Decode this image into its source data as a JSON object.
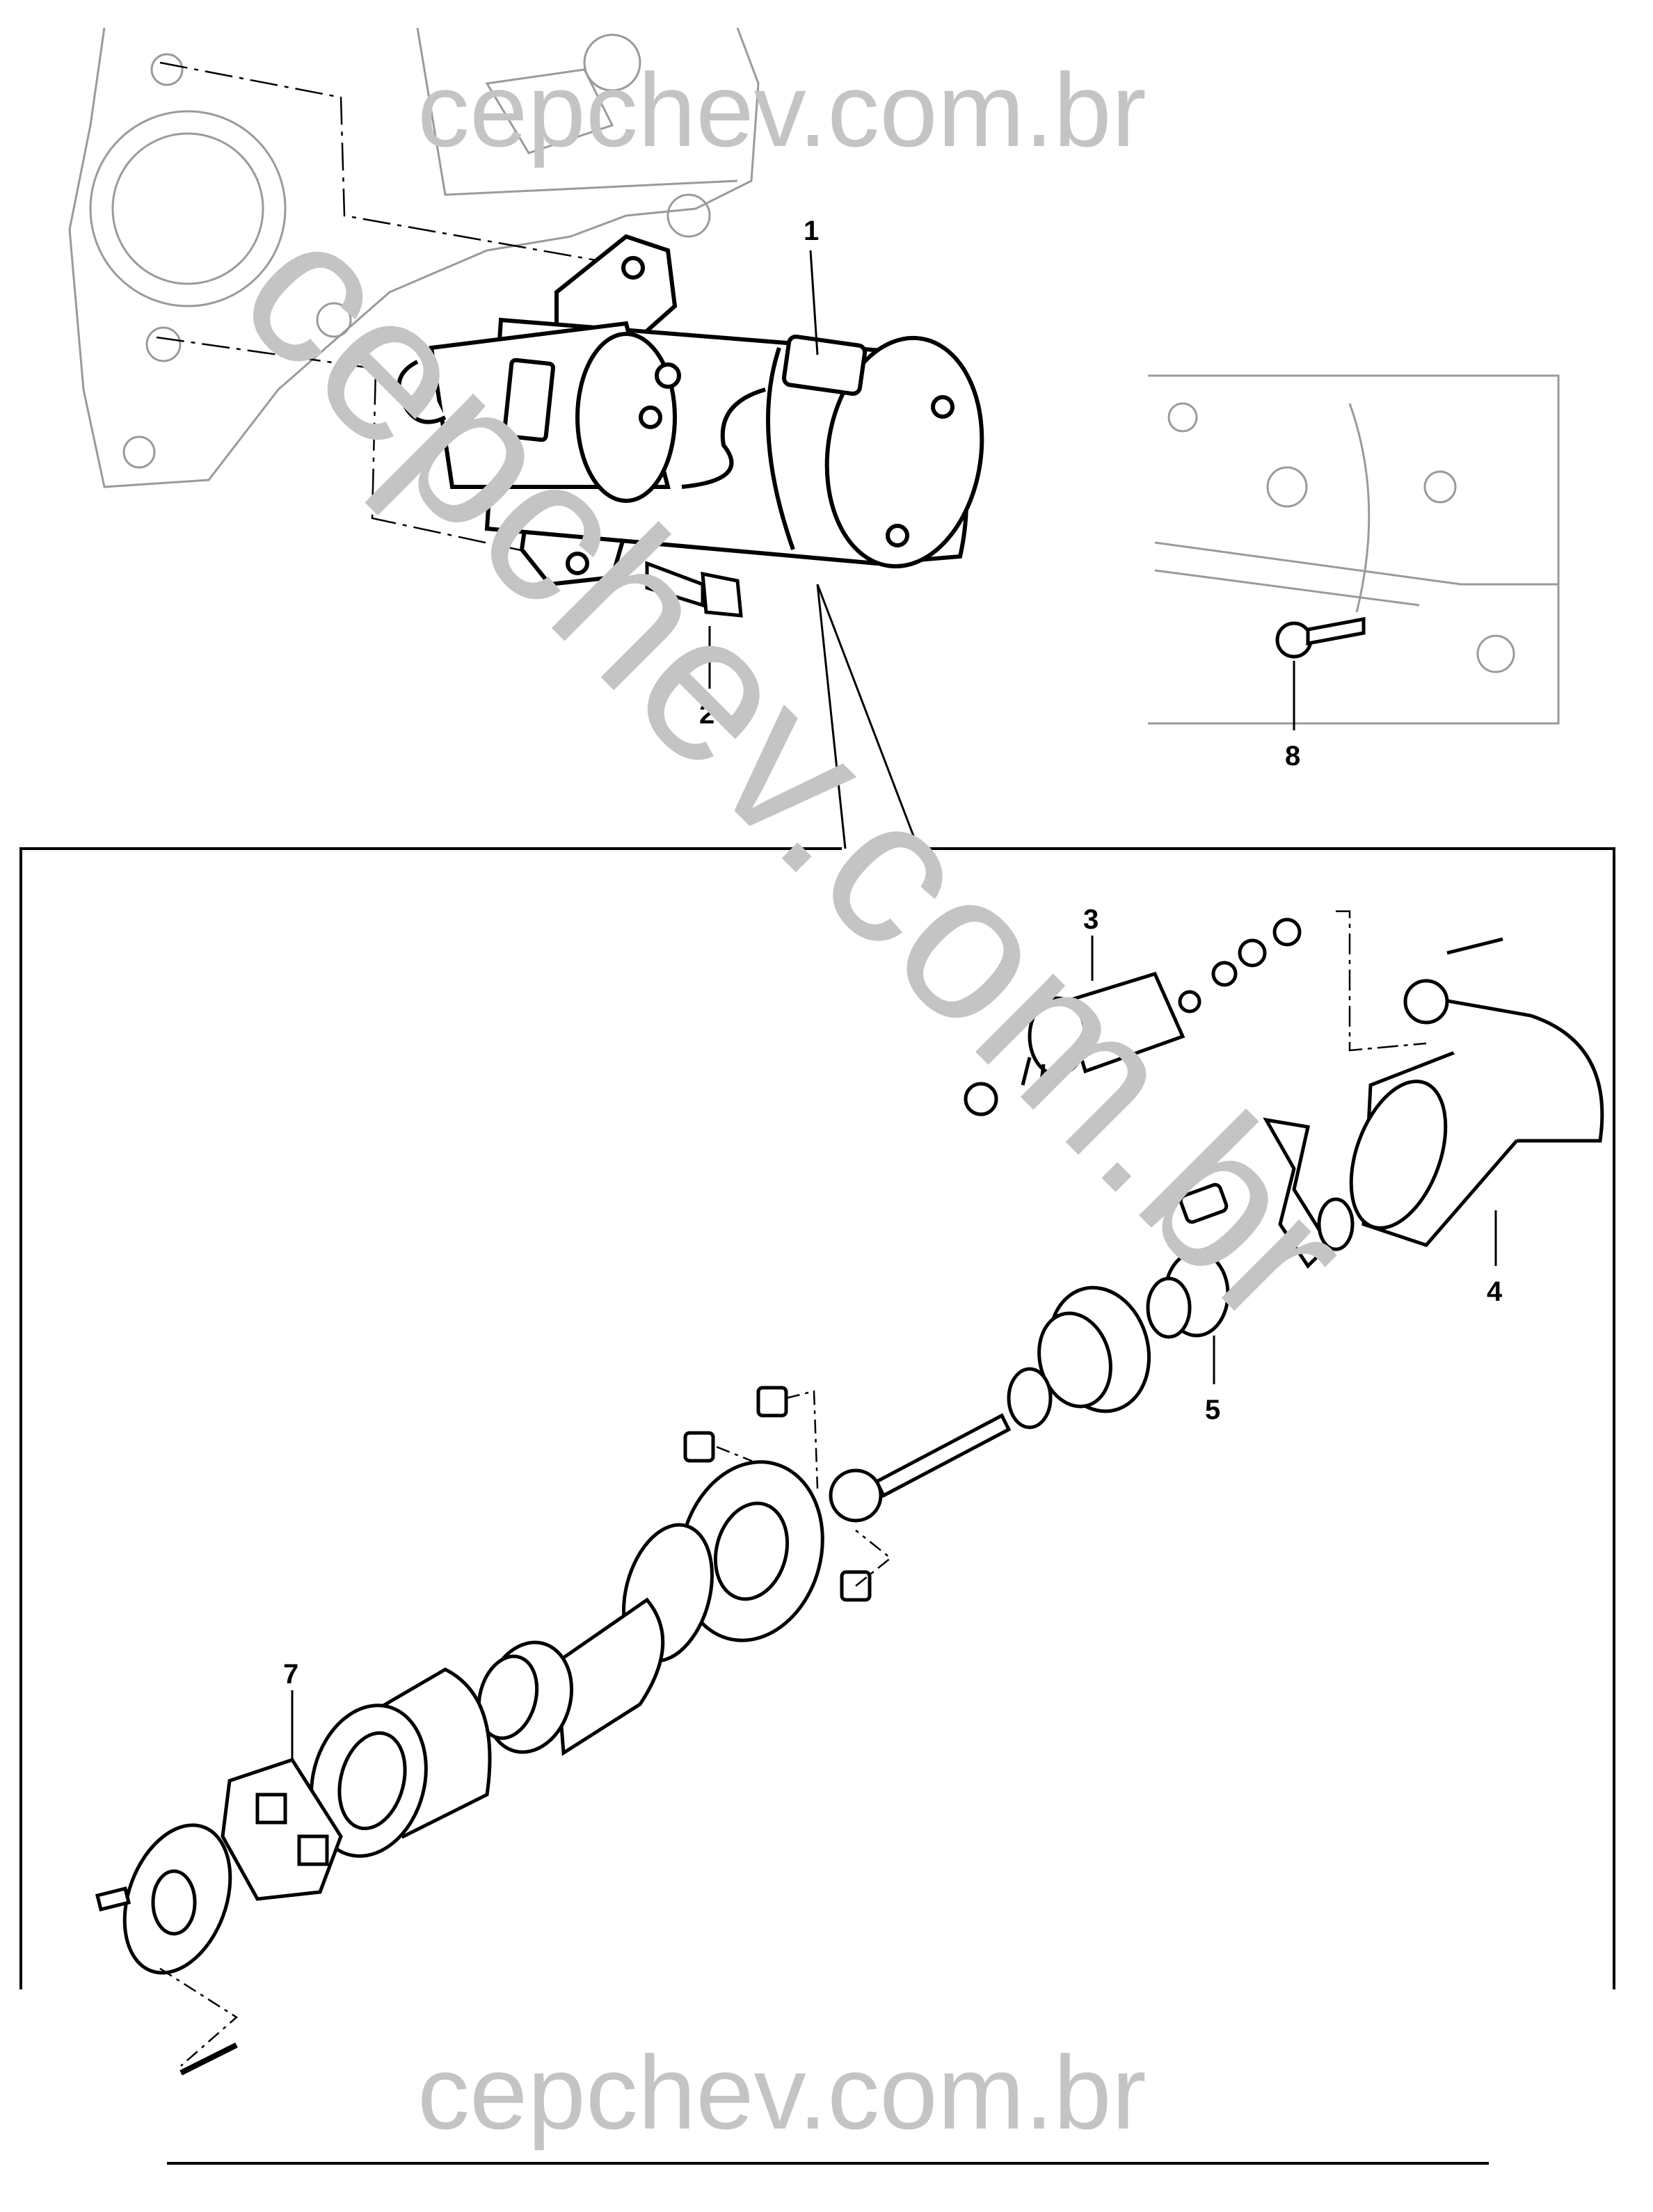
{
  "watermark": {
    "top": "cepchev.com.br",
    "diagonal": "cepchev.com.br",
    "bottom": "cepchev.com.br",
    "color": "#c4c4c4"
  },
  "callouts": {
    "starter_motor_assembly": "1",
    "mounting_bolt": "2",
    "solenoid": "3",
    "drive_end_housing": "4",
    "pinion_drive": "5",
    "brush_holder": "7",
    "bracket_bolt": "8"
  }
}
